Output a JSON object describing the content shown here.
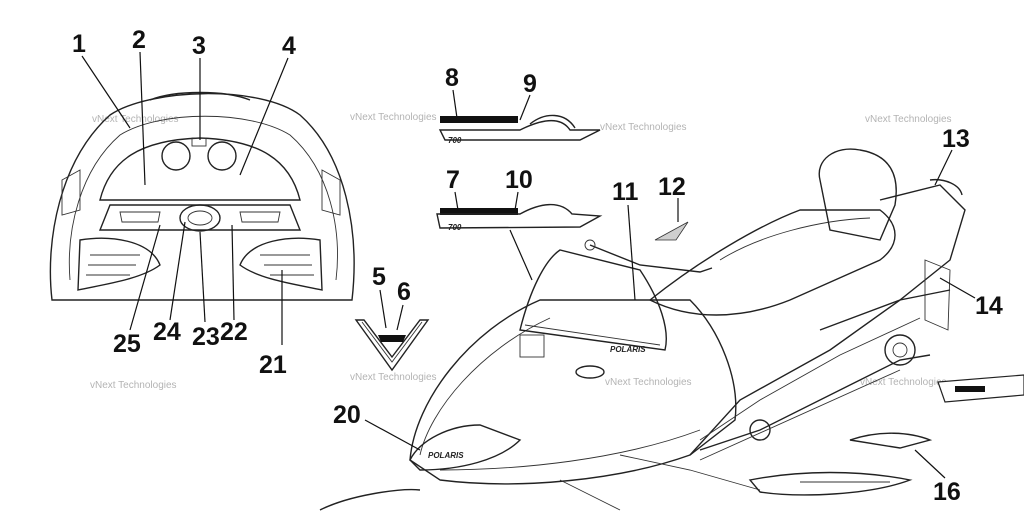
{
  "callouts": [
    "1",
    "2",
    "3",
    "4",
    "5",
    "6",
    "7",
    "8",
    "9",
    "10",
    "11",
    "12",
    "13",
    "14",
    "16",
    "20",
    "21",
    "22",
    "23",
    "24",
    "25"
  ],
  "watermark": "vNext Technologies",
  "decal_text": {
    "model_700": "700",
    "brand_hood": "POLARIS",
    "brand_nose": "POLARIS"
  }
}
